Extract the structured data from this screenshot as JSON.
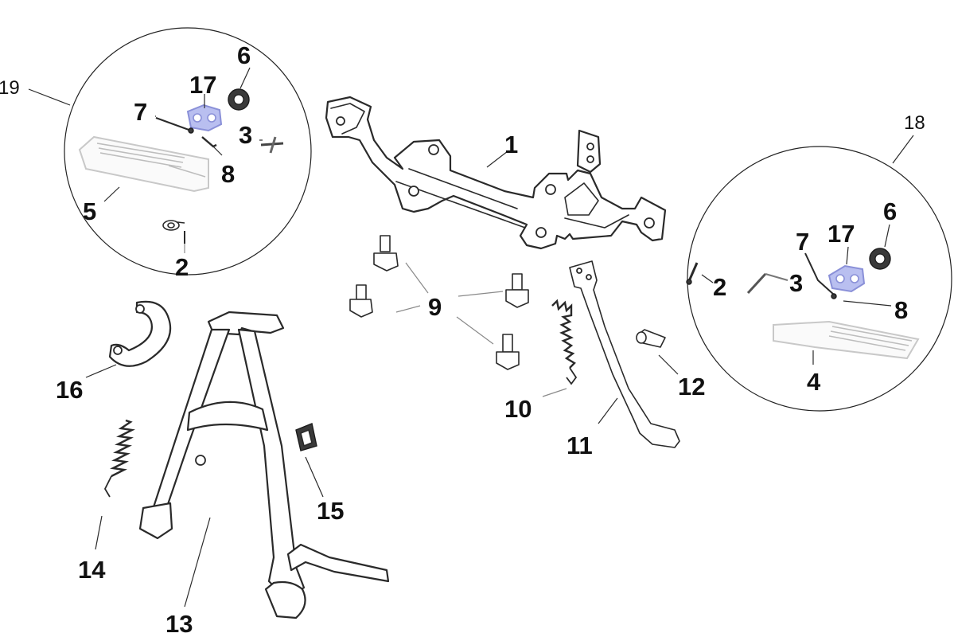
{
  "diagram": {
    "callouts": {
      "c1": "1",
      "c2_left": "2",
      "c2_right": "2",
      "c3_left": "3",
      "c3_right": "3",
      "c4": "4",
      "c5": "5",
      "c6_left": "6",
      "c6_right": "6",
      "c7_left": "7",
      "c7_right": "7",
      "c8_left": "8",
      "c8_right": "8",
      "c9": "9",
      "c10": "10",
      "c11": "11",
      "c12": "12",
      "c13": "13",
      "c14": "14",
      "c15": "15",
      "c16": "16",
      "c17_left": "17",
      "c17_right": "17",
      "c18": "18",
      "c19": "19"
    }
  }
}
